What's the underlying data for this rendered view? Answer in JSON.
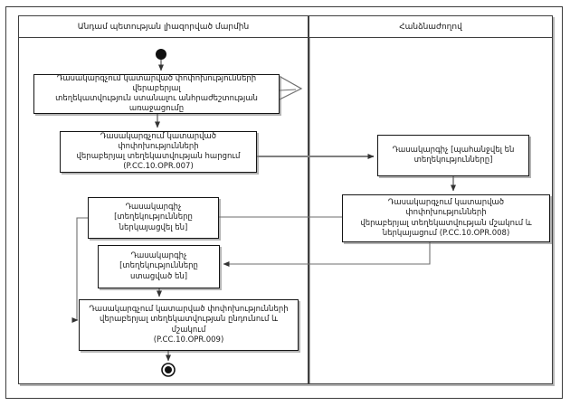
{
  "lanes": [
    {
      "title": "Անդամ պետության լիազորված մարմին"
    },
    {
      "title": "Հանձնաժողով"
    }
  ],
  "nodes": {
    "need_arises": {
      "lines": [
        "Դասակարգչում կատարված փոփոխությունների վերաբերյալ",
        "տեղեկատվություն ստանալու անհրաժեշտության առաջացումը"
      ]
    },
    "request_info": {
      "lines": [
        "Դասակարգչում կատարված փոփոխությունների",
        "վերաբերյալ տեղեկատվության հարցում",
        "(P.CC.10.OPR.007)"
      ]
    },
    "state_requested": {
      "lines": [
        "Դասակարգիչ [պահանջվել են",
        "տեղեկությունները]"
      ]
    },
    "process_submit": {
      "lines": [
        "Դասակարգչում կատարված փոփոխությունների",
        "վերաբերյալ տեղեկատվության մշակում և",
        "ներկայացում (P.CC.10.OPR.008)"
      ]
    },
    "state_submitted": {
      "lines": [
        "Դասակարգիչ [տեղեկությունները",
        "ներկայացվել են]"
      ]
    },
    "state_received": {
      "lines": [
        "Դասակարգիչ",
        "[տեղեկությունները",
        "ստացված են]"
      ]
    },
    "receive_process": {
      "lines": [
        "Դասակարգչում կատարված փոփոխությունների",
        "վերաբերյալ տեղեկատվության ընդունում և մշակում",
        "(P.CC.10.OPR.009)"
      ]
    }
  },
  "icons": {
    "start": "initial-node-filled-circle",
    "end": "final-node-bullseye",
    "signal": "open-chevron-right"
  },
  "colors": {
    "background": "#ffffff",
    "box_border": "#141414",
    "lane_border": "#3f3f3f",
    "connector": "#6e6e6e",
    "arrowhead": "#333333",
    "shadow": "#b4b4b4"
  }
}
